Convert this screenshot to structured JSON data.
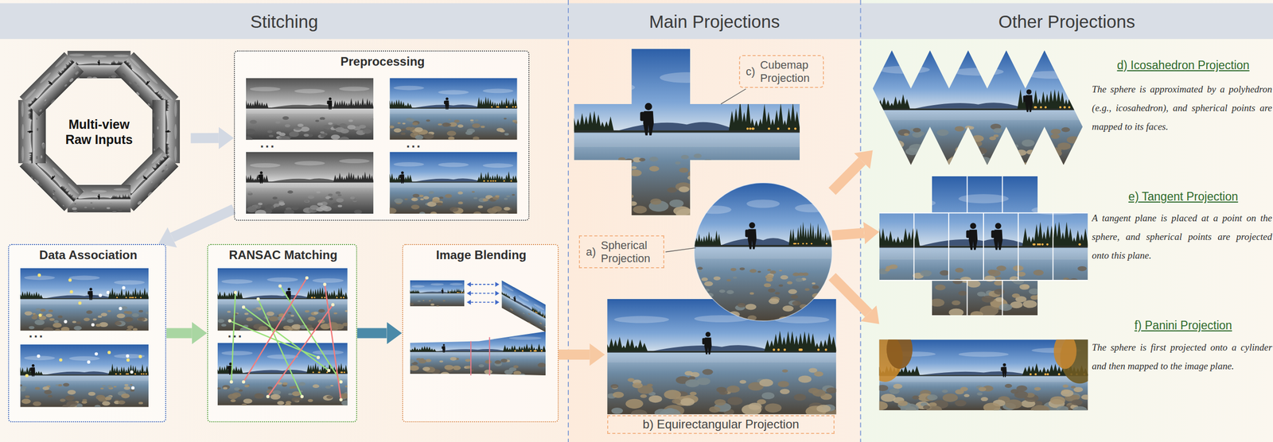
{
  "diagram": {
    "nodes": [
      {
        "text": [
          "Stitching"
        ]
      },
      {
        "text": [
          "Multi-view Raw Inputs"
        ],
        "in": 0
      },
      {
        "text": [
          "Preprocessing"
        ],
        "in": 0
      },
      {
        "text": [
          "Data Association"
        ],
        "in": 0
      },
      {
        "text": [
          "RANSAC Matching"
        ],
        "in": 0
      },
      {
        "text": [
          "Image Blending"
        ],
        "in": 0
      },
      {
        "text": [
          "Main Projections"
        ]
      },
      {
        "text": [
          "c)",
          "Cubemap Projection"
        ],
        "in": 6
      },
      {
        "text": [
          "a)",
          "Spherical Projection"
        ],
        "in": 6
      },
      {
        "text": [
          "b) Equirectangular Projection"
        ],
        "in": 6
      },
      {
        "text": [
          "Other Projections"
        ]
      },
      {
        "text": [
          "d) Icosahedron Projection",
          "The sphere is approximated by a polyhedron (e.g., icosahedron), and spherical points are mapped to its faces."
        ],
        "in": 10
      },
      {
        "text": [
          "e) Tangent Projection",
          "A tangent plane is placed at a point on the sphere, and spherical points are projected onto this plane."
        ],
        "in": 10
      },
      {
        "text": [
          "f) Panini Projection",
          "The sphere is first projected onto a cylinder and then mapped to the image plane."
        ],
        "in": 10
      }
    ],
    "edges": [
      {
        "from": 1,
        "to": 2,
        "arrow": "to"
      },
      {
        "from": 2,
        "to": 3,
        "arrow": "to"
      },
      {
        "from": 3,
        "to": 4,
        "arrow": "to"
      },
      {
        "from": 4,
        "to": 5,
        "arrow": "to"
      },
      {
        "from": 5,
        "to": 9,
        "arrow": "to"
      },
      {
        "from": 8,
        "to": 11,
        "arrow": "to"
      },
      {
        "from": 8,
        "to": 12,
        "arrow": "to"
      },
      {
        "from": 8,
        "to": 13,
        "arrow": "to"
      }
    ],
    "labels": [
      "...",
      "...",
      "...",
      "..."
    ]
  }
}
